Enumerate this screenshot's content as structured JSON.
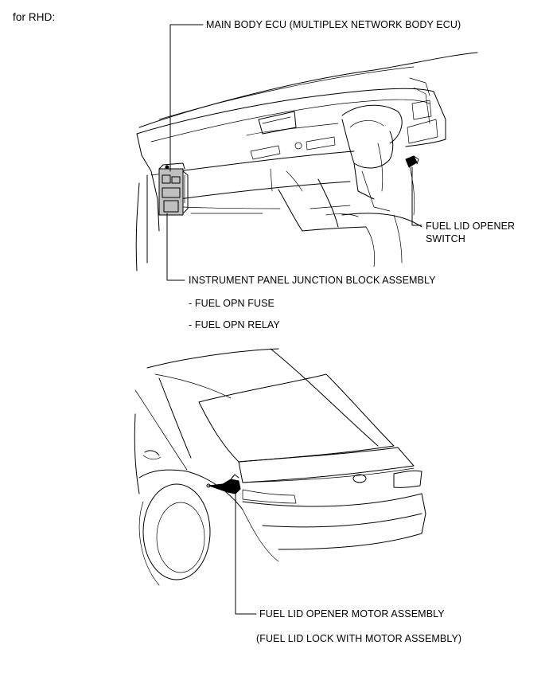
{
  "heading": "for RHD:",
  "labels": {
    "main_body_ecu": "MAIN BODY ECU (MULTIPLEX NETWORK BODY ECU)",
    "fuel_lid_opener_switch_line1": "FUEL LID OPENER",
    "fuel_lid_opener_switch_line2": "SWITCH",
    "instrument_panel_jb": "INSTRUMENT PANEL JUNCTION BLOCK ASSEMBLY",
    "fuel_opn_fuse": "- FUEL OPN FUSE",
    "fuel_opn_relay": "- FUEL OPN RELAY",
    "fuel_lid_opener_motor": "FUEL LID OPENER MOTOR ASSEMBLY",
    "fuel_lid_lock": "(FUEL LID LOCK WITH MOTOR ASSEMBLY)"
  }
}
